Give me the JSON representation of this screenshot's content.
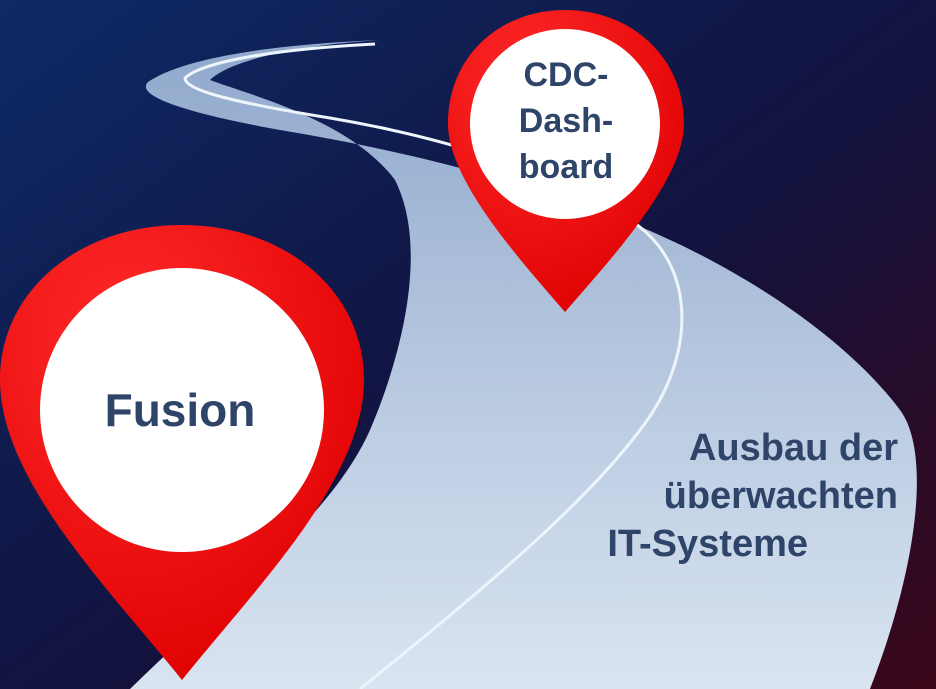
{
  "colors": {
    "background_start": "#0d2a66",
    "background_mid": "#12123e",
    "background_end": "#3a0618",
    "road": "#b8c9e0",
    "road_edge": "#e9f0f8",
    "pin_fill": "#ff0000",
    "pin_inner": "#ffffff",
    "text": "#2e4468"
  },
  "markers": {
    "cdc_dashboard": {
      "lines": [
        "CDC-",
        "Dash-",
        "board"
      ]
    },
    "fusion": {
      "label": "Fusion"
    }
  },
  "caption": {
    "lines": [
      "Ausbau der",
      "überwachten",
      "IT-Systeme"
    ]
  },
  "icons": {
    "road": "winding-road-icon",
    "pin": "map-pin-icon"
  }
}
